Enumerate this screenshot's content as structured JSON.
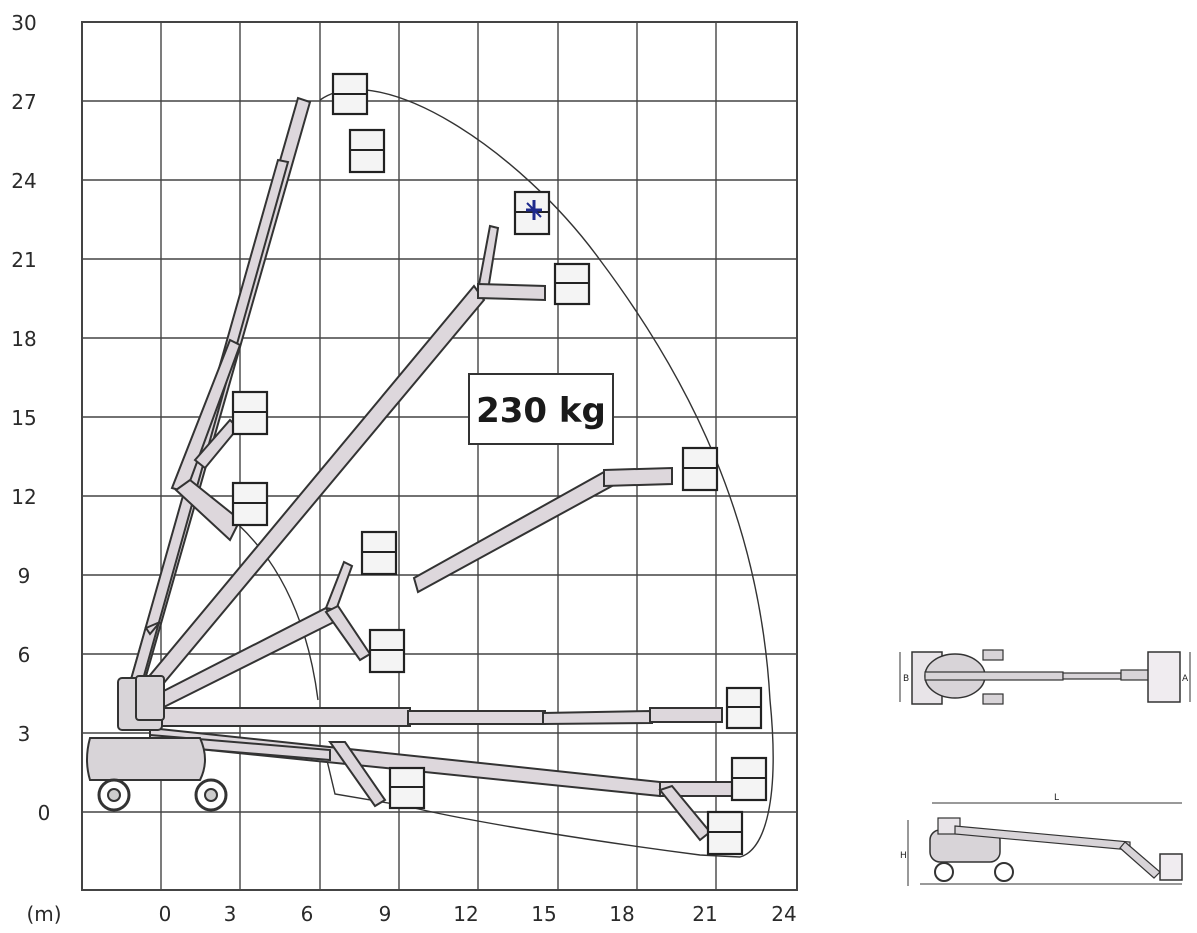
{
  "chart": {
    "unit_label": "(m)",
    "y_ticks": [
      "30",
      "27",
      "24",
      "21",
      "18",
      "15",
      "12",
      "9",
      "6",
      "3",
      "0"
    ],
    "x_ticks": [
      "0",
      "3",
      "6",
      "9",
      "12",
      "15",
      "18",
      "21",
      "24"
    ]
  },
  "load_label": "230 kg",
  "side_views": {
    "top_view": {
      "left_dim": "B",
      "right_dim": "A"
    },
    "side_view": {
      "length_dim": "L",
      "height_dim": "H"
    }
  },
  "colors": {
    "boom_fill": "#ddd7dc",
    "grid": "#444444",
    "outline": "#333333",
    "marker": "#1e2a8c"
  }
}
